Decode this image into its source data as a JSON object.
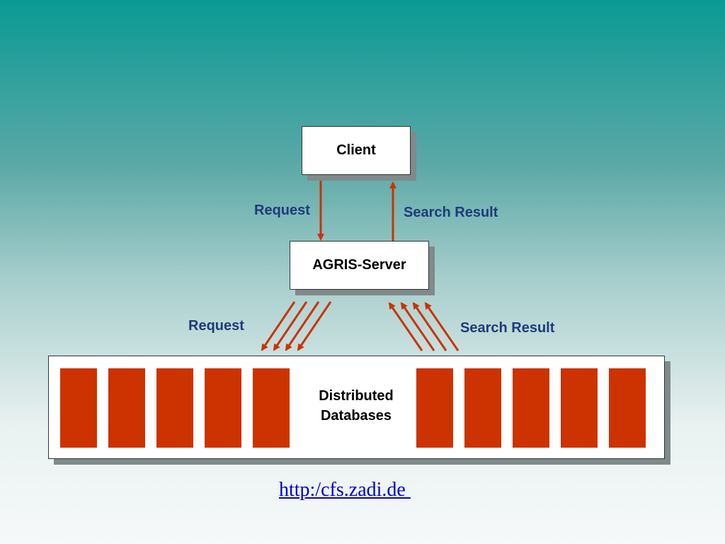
{
  "diagram": {
    "nodes": {
      "client": "Client",
      "server": "AGRIS-Server",
      "databases_line1": "Distributed",
      "databases_line2": "Databases"
    },
    "edges": {
      "request_top": "Request",
      "result_top": "Search Result",
      "request_bottom": "Request",
      "result_bottom": "Search Result"
    },
    "link": "http:/cfs.zadi.de "
  },
  "colors": {
    "arrow": "#cc3300",
    "database_block": "#cc3300",
    "label_text": "#1f3a7a",
    "link_text": "#0000cc"
  }
}
